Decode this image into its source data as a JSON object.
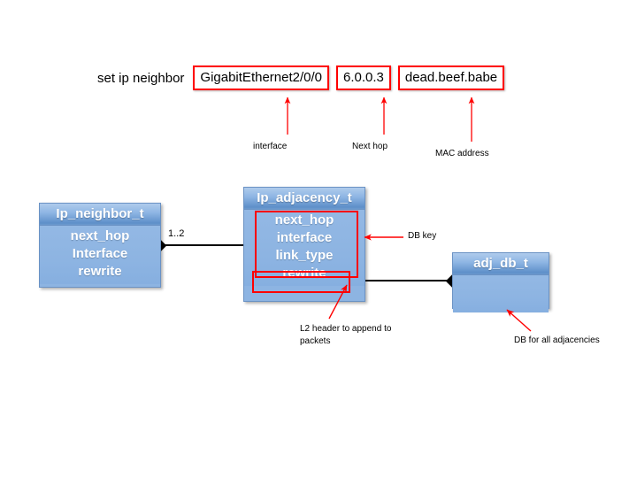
{
  "command": {
    "label": "set ip neighbor",
    "tokens": [
      {
        "value": "GigabitEthernet2/0/0",
        "annotation": "interface"
      },
      {
        "value": "6.0.0.3",
        "annotation": "Next hop"
      },
      {
        "value": "dead.beef.babe",
        "annotation": "MAC address"
      }
    ]
  },
  "annotations": {
    "interface": "interface",
    "next_hop": "Next hop",
    "mac_address": "MAC address",
    "db_key": "DB key",
    "l2_header": "L2 header to append to packets",
    "adj_db": "DB for all adjacencies"
  },
  "classes": [
    {
      "name": "Ip_neighbor_t",
      "fields": [
        "next_hop",
        "Interface",
        "rewrite"
      ]
    },
    {
      "name": "Ip_adjacency_t",
      "fields": [
        "next_hop",
        "interface",
        "link_type",
        "rewrite"
      ]
    },
    {
      "name": "adj_db_t",
      "fields": []
    }
  ],
  "relations": [
    {
      "from": "Ip_neighbor_t",
      "to": "Ip_adjacency_t",
      "multiplicity": "1..2",
      "kind": "composition"
    },
    {
      "from": "Ip_adjacency_t",
      "to": "adj_db_t",
      "multiplicity": "",
      "kind": "composition"
    }
  ],
  "colors": {
    "box_fill": "#8DB4E2",
    "box_header": "#5E8FC9",
    "box_border": "#6A92C4",
    "highlight": "#FF0000",
    "connector": "#000000",
    "text_on_box": "#FFFFFF",
    "background": "#FFFFFF"
  }
}
